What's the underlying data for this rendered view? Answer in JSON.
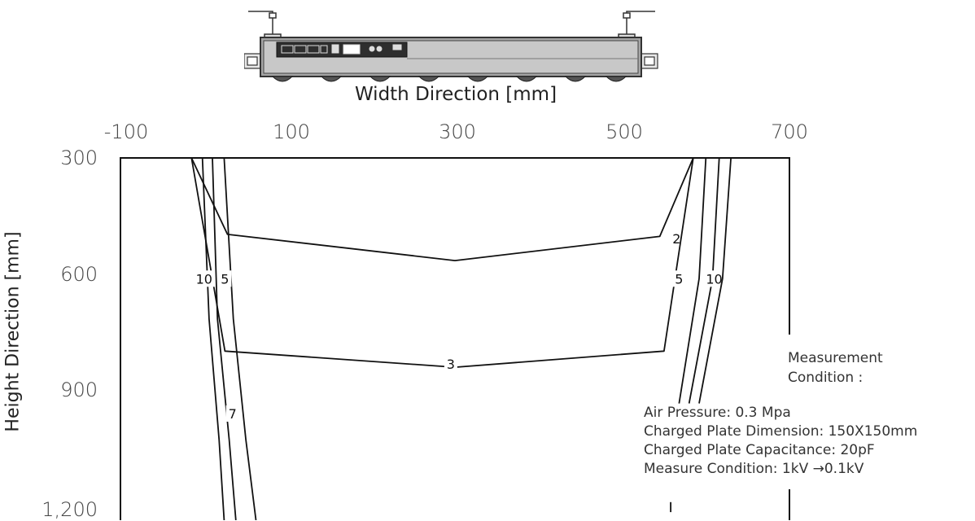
{
  "chart_data": {
    "type": "contour",
    "title": "",
    "xlabel": "Width Direction [mm]",
    "ylabel": "Height Direction [mm]",
    "x_ticks": [
      "-100",
      "100",
      "300",
      "500",
      "700"
    ],
    "y_ticks": [
      "300",
      "600",
      "900",
      "1,200"
    ],
    "xlim": [
      -100,
      700
    ],
    "ylim": [
      300,
      1200
    ],
    "y_inverted": true,
    "grid": false,
    "contours": [
      {
        "label": "2",
        "points": [
          [
            -15,
            300
          ],
          [
            28,
            490
          ],
          [
            300,
            555
          ],
          [
            545,
            495
          ],
          [
            585,
            300
          ]
        ]
      },
      {
        "label": "3",
        "points": [
          [
            -15,
            300
          ],
          [
            25,
            780
          ],
          [
            300,
            820
          ],
          [
            550,
            780
          ],
          [
            585,
            300
          ]
        ]
      },
      {
        "label": "5",
        "label_x": 25,
        "label_y": 600,
        "points": [
          [
            24,
            300
          ],
          [
            35,
            700
          ],
          [
            50,
            1000
          ],
          [
            62,
            1200
          ]
        ]
      },
      {
        "label": "7",
        "label_x": 34,
        "label_y": 935,
        "points": [
          [
            10,
            300
          ],
          [
            16,
            700
          ],
          [
            30,
            1000
          ],
          [
            38,
            1200
          ]
        ]
      },
      {
        "label": "10",
        "label_x": 0,
        "label_y": 600,
        "points": [
          [
            -2,
            300
          ],
          [
            6,
            700
          ],
          [
            18,
            1000
          ],
          [
            24,
            1200
          ]
        ]
      },
      {
        "label": "5",
        "label_x": 568,
        "label_y": 600,
        "points": [
          [
            600,
            300
          ],
          [
            592,
            600
          ],
          [
            568,
            910
          ]
        ]
      },
      {
        "label": "10",
        "label_x": 610,
        "label_y": 600,
        "points": [
          [
            616,
            300
          ],
          [
            608,
            600
          ],
          [
            580,
            910
          ]
        ]
      },
      {
        "label": "",
        "points": [
          [
            630,
            300
          ],
          [
            620,
            600
          ],
          [
            592,
            910
          ]
        ]
      },
      {
        "label": "",
        "points": [
          [
            558,
            1155
          ],
          [
            558,
            1180
          ]
        ]
      }
    ]
  },
  "device": {
    "name": "ionizer-bar",
    "body_color": "#999999",
    "panel_color": "#333333"
  },
  "measurement": {
    "heading": "Measurement\nCondition :",
    "lines": [
      "Air Pressure: 0.3 Mpa",
      "Charged Plate Dimension: 150X150mm",
      "Charged Plate Capacitance: 20pF",
      "Measure Condition: 1kV →0.1kV"
    ]
  }
}
